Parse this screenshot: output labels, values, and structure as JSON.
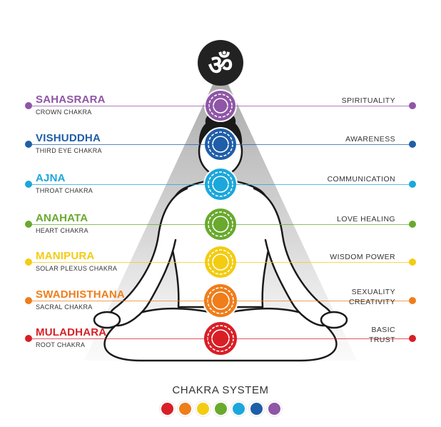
{
  "chakras": [
    {
      "name": "SAHASRARA",
      "sub": "CROWN CHAKRA",
      "meaning": "SPIRITUALITY",
      "meaning2": "",
      "color": "#8f55a6"
    },
    {
      "name": "VISHUDDHA",
      "sub": "THIRD EYE CHAKRA",
      "meaning": "AWARENESS",
      "meaning2": "",
      "color": "#1f5ea8"
    },
    {
      "name": "AJNA",
      "sub": "THROAT CHAKRA",
      "meaning": "COMMUNICATION",
      "meaning2": "",
      "color": "#1ba7db"
    },
    {
      "name": "ANAHATA",
      "sub": "HEART CHAKRA",
      "meaning": "LOVE HEALING",
      "meaning2": "",
      "color": "#69a92e"
    },
    {
      "name": "MANIPURA",
      "sub": "SOLAR PLEXUS CHAKRA",
      "meaning": "WISDOM POWER",
      "meaning2": "",
      "color": "#f3cc12"
    },
    {
      "name": "SWADHISTHANA",
      "sub": "SACRAL CHAKRA",
      "meaning": "SEXUALITY",
      "meaning2": "CREATIVITY",
      "color": "#ef7d1a"
    },
    {
      "name": "MULADHARA",
      "sub": "ROOT  CHAKRA",
      "meaning": "BASIC",
      "meaning2": "TRUST",
      "color": "#d81f26"
    }
  ],
  "diagram": {
    "title": "CHAKRA SYSTEM",
    "om_color": "#222222",
    "om_symbol": "ॐ"
  },
  "legend_colors": [
    "#d81f26",
    "#ef7d1a",
    "#f3cc12",
    "#69a92e",
    "#1ba7db",
    "#1f5ea8",
    "#8f55a6"
  ]
}
